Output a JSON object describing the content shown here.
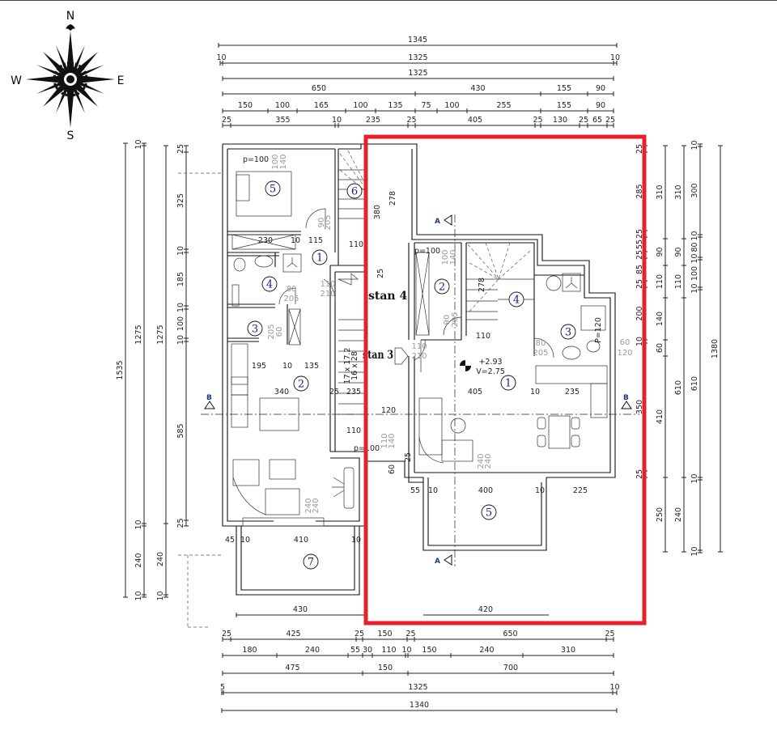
{
  "compass": {
    "n": "N",
    "e": "E",
    "s": "S",
    "w": "W"
  },
  "dimensions": {
    "top": [
      [
        "1345"
      ],
      [
        "10",
        "1325",
        "10"
      ],
      [
        "1325"
      ],
      [
        "650",
        "430",
        "155",
        "90"
      ],
      [
        "150",
        "100",
        "165",
        "100",
        "135",
        "75",
        "100",
        "255",
        "155",
        "90"
      ],
      [
        "25",
        "355",
        "10",
        "235",
        "25",
        "405",
        "25",
        "130",
        "25",
        "65",
        "25"
      ]
    ],
    "bottom_terraces": [
      "430",
      "420"
    ],
    "bottom": [
      [
        "25",
        "425",
        "25",
        "150",
        "25",
        "650",
        "25"
      ],
      [
        "180",
        "240",
        "55",
        "30",
        "110",
        "10",
        "150",
        "240",
        "310"
      ],
      [
        "475",
        "150",
        "700"
      ],
      [
        "5",
        "1325",
        "10"
      ],
      [
        "1340"
      ]
    ],
    "left": [
      [
        "1535"
      ],
      [
        "10",
        "1275",
        "10",
        "240",
        "10"
      ],
      [
        "1275",
        "240",
        "10"
      ],
      [
        "25",
        "325",
        "10",
        "185",
        "10",
        "100",
        "10",
        "585",
        "25"
      ]
    ],
    "right": [
      [
        "25",
        "285",
        "25",
        "55",
        "25",
        "85",
        "25",
        "200",
        "10",
        "350",
        "25"
      ],
      [
        "310",
        "90",
        "110",
        "140",
        "60",
        "410",
        "250"
      ],
      [
        "310",
        "90",
        "110",
        "610",
        "240"
      ],
      [
        "10",
        "300",
        "10",
        "80",
        "10",
        "100",
        "10",
        "610",
        "10",
        "",
        "10"
      ],
      [
        "1380"
      ]
    ]
  },
  "units": {
    "upper": "stan 4",
    "lower": "stan 3"
  },
  "rooms": {
    "left": [
      "5",
      "6",
      "1",
      "4",
      "3",
      "2",
      "7"
    ],
    "right": [
      "2",
      "4",
      "3",
      "1",
      "5"
    ]
  },
  "sections": {
    "a": "A",
    "b": "B"
  },
  "annotations": [
    "p=100",
    "100",
    "140",
    "230",
    "10",
    "115",
    "110",
    "90",
    "205",
    "80",
    "205",
    "110",
    "210",
    "205",
    "60",
    "195",
    "10",
    "135",
    "340",
    "25",
    "235",
    "120",
    "110",
    "17 x 17.2",
    "16 x 28",
    "p=100",
    "110",
    "140",
    "60",
    "25",
    "240",
    "240",
    "45",
    "10",
    "410",
    "10",
    "380",
    "278",
    "25",
    "p=100",
    "100",
    "140",
    "90",
    "205",
    "110",
    "110",
    "210",
    "80",
    "205",
    "+2.93",
    "V=2.75",
    "405",
    "10",
    "235",
    "P=120",
    "60",
    "120",
    "278",
    "55",
    "10",
    "400",
    "10",
    "225",
    "240",
    "240"
  ],
  "highlight": {
    "color": "#e8202a"
  }
}
